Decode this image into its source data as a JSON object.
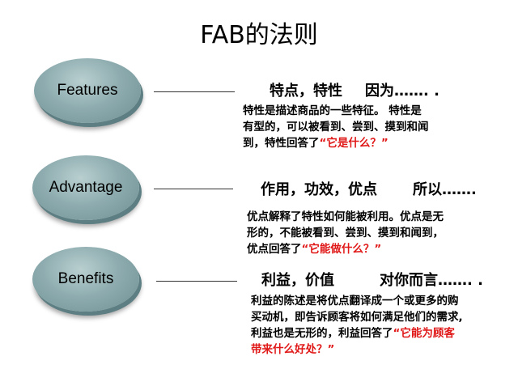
{
  "title": "FAB的法则",
  "items": [
    {
      "label": "Features",
      "heading_main": "特点，特性",
      "heading_tail": "因为……. .",
      "desc_lines": [
        "特性是描述商品的一些特征。 特性是",
        "有型的，可以被看到、尝到、摸到和闻"
      ],
      "desc_last_black": "到，特性回答了",
      "desc_last_red": "“它是什么？”"
    },
    {
      "label": "Advantage",
      "heading_main": "作用，功效，优点",
      "heading_tail": "所以…….",
      "desc_lines": [
        "优点解释了特性如何能被利用。优点是无",
        "形的，不能被看到、尝到、摸到和闻到，"
      ],
      "desc_last_black": "优点回答了",
      "desc_last_red": "“它能做什么？”"
    },
    {
      "label": "Benefits",
      "heading_main": "利益，价值",
      "heading_tail": "对你而言……. .",
      "desc_lines": [
        "利益的陈述是将优点翻译成一个或更多的购",
        "买动机，即告诉顾客将如何满足他们的需求,"
      ],
      "desc_last_black": "利益也是无形的，利益回答了",
      "desc_last_red": "“它能为顾客",
      "desc_extra_red": "带来什么好处？”"
    }
  ]
}
